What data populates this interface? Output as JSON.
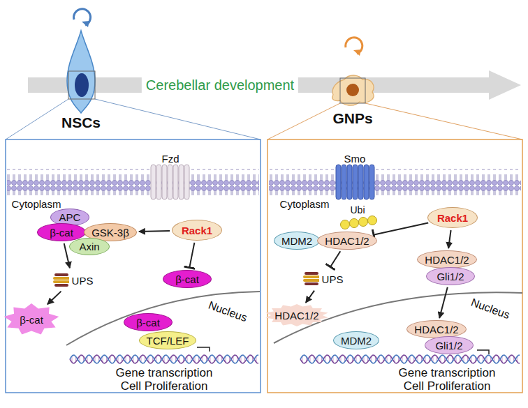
{
  "diagram": {
    "nodes": [
      {
        "text": [
          "NSCs"
        ]
      },
      {
        "text": [
          "GNPs"
        ]
      },
      {
        "text": [
          "APC"
        ]
      },
      {
        "text": [
          "β-cat"
        ]
      },
      {
        "text": [
          "GSK-3β"
        ]
      },
      {
        "text": [
          "Axin"
        ]
      },
      {
        "text": [
          "Rack1"
        ]
      },
      {
        "text": [
          "UPS"
        ]
      },
      {
        "text": [
          "β-cat"
        ]
      },
      {
        "text": [
          "β-cat"
        ]
      },
      {
        "text": [
          "β-cat"
        ]
      },
      {
        "text": [
          "TCF/LEF"
        ]
      },
      {
        "text": [
          "Rack1"
        ]
      },
      {
        "text": [
          "MDM2"
        ]
      },
      {
        "text": [
          "HDAC1/2"
        ]
      },
      {
        "text": [
          "UPS"
        ]
      },
      {
        "text": [
          "HDAC1/2"
        ]
      },
      {
        "text": [
          "Gli1/2"
        ]
      },
      {
        "text": [
          "HDAC1/2"
        ]
      },
      {
        "text": [
          "MDM2"
        ]
      },
      {
        "text": [
          "HDAC1/2"
        ]
      },
      {
        "text": [
          "Gli1/2"
        ]
      }
    ],
    "edges": [
      {
        "from": 6,
        "to": 4,
        "arrow": "to"
      },
      {
        "from": 6,
        "to": 8,
        "arrow": "to"
      },
      {
        "from": 3,
        "to": 7,
        "arrow": "to"
      },
      {
        "from": 7,
        "to": 9,
        "arrow": "to"
      },
      {
        "from": 12,
        "to": 14,
        "arrow": "to"
      },
      {
        "from": 14,
        "to": 15,
        "arrow": "to"
      },
      {
        "from": 15,
        "to": 18,
        "arrow": "to"
      },
      {
        "from": 12,
        "to": 16,
        "arrow": "to"
      },
      {
        "from": 17,
        "to": 20,
        "arrow": "to"
      }
    ],
    "labels": [
      "Cerebellar development",
      "Fzd",
      "Cytoplasm",
      "Nucleus",
      "Gene transcription",
      "Cell Proliferation",
      "Smo",
      "Cytoplasm",
      "Ubi",
      "Nucleus",
      "Gene transcription",
      "Cell Proliferation"
    ]
  }
}
